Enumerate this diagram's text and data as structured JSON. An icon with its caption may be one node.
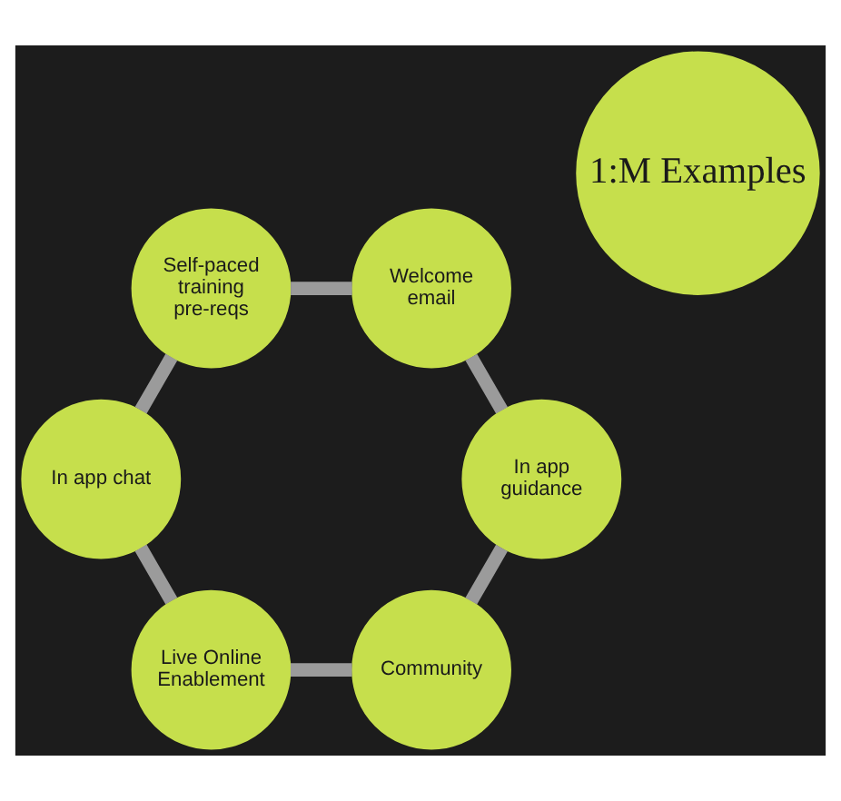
{
  "diagram": {
    "nodes": [
      {
        "text": [
          "Community"
        ]
      },
      {
        "text": [
          "In app guidance"
        ]
      },
      {
        "text": [
          "Live Online Enablement"
        ]
      },
      {
        "text": [
          "1:M Examples"
        ]
      },
      {
        "text": [
          "Welcome email"
        ]
      },
      {
        "text": [
          "In app chat"
        ]
      },
      {
        "text": [
          "Self-paced training pre-reqs"
        ]
      }
    ],
    "edges": [
      {
        "from": 0,
        "to": 2,
        "arrow": "none"
      },
      {
        "from": 2,
        "to": 5,
        "arrow": "none"
      },
      {
        "from": 5,
        "to": 6,
        "arrow": "none"
      },
      {
        "from": 6,
        "to": 4,
        "arrow": "none"
      },
      {
        "from": 4,
        "to": 1,
        "arrow": "none"
      },
      {
        "from": 1,
        "to": 0,
        "arrow": "none"
      }
    ]
  }
}
